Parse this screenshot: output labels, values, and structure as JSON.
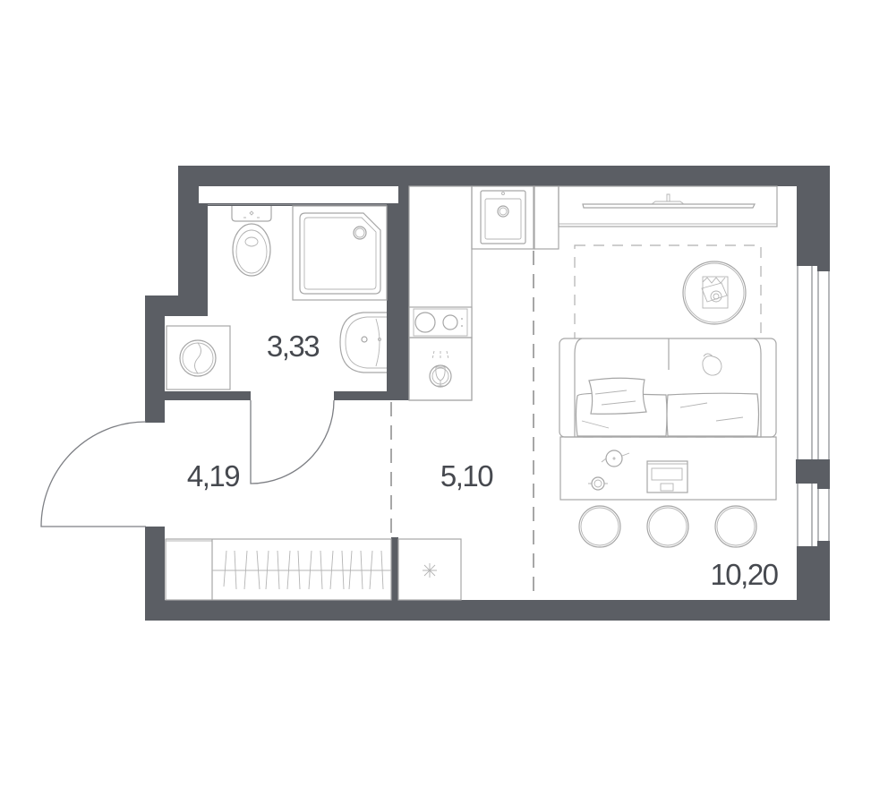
{
  "floor_plan": {
    "type": "studio apartment floor plan",
    "rooms": [
      {
        "id": "bathroom",
        "area": "3,33"
      },
      {
        "id": "hallway",
        "area": "4,19"
      },
      {
        "id": "kitchen",
        "area": "5,10"
      },
      {
        "id": "living-room",
        "area": "10,20"
      }
    ],
    "fixtures": {
      "bathroom": [
        "toilet-icon",
        "shower-tray-icon",
        "washbasin-icon",
        "washing-machine-icon"
      ],
      "hallway": [
        "entrance-door-icon",
        "wardrobe-icon"
      ],
      "kitchen": [
        "kitchen-sink-icon",
        "hob-icon",
        "dishwasher-icon",
        "fridge-icon"
      ],
      "living-room": [
        "tv-stand-icon",
        "round-table-icon",
        "sofa-icon",
        "coffee-table-icon",
        "stool-icon",
        "window-icon"
      ]
    },
    "colors": {
      "wall": "#5b5e64",
      "furniture_stroke": "#a6a6a6",
      "label": "#46494f",
      "background": "#ffffff"
    }
  }
}
